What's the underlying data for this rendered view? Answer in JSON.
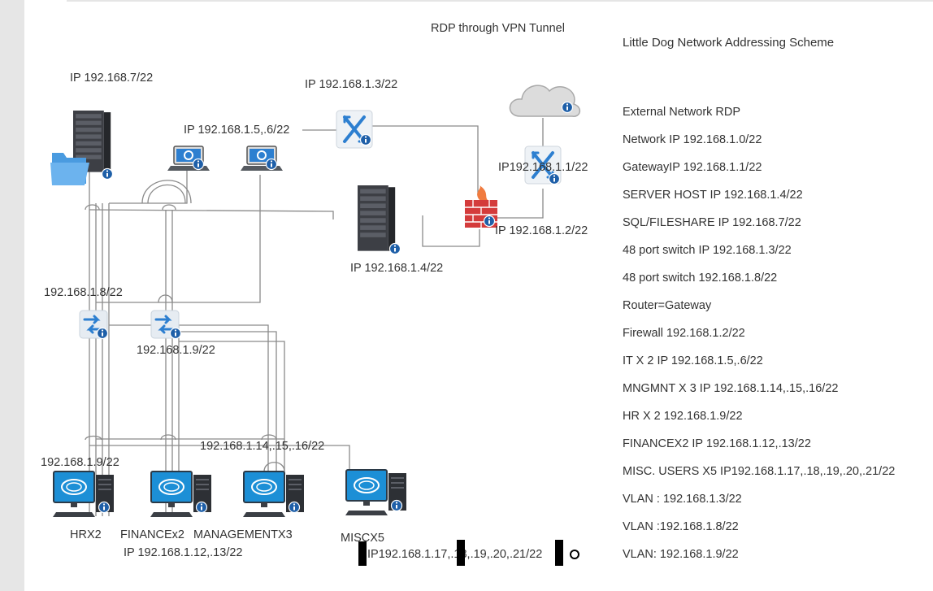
{
  "diagram": {
    "title": "RDP through VPN Tunnel",
    "legend_title": "Little Dog Network Addressing Scheme",
    "legend_items": [
      "External Network RDP",
      "Network IP 192.168.1.0/22",
      "GatewayIP 192.168.1.1/22",
      "SERVER HOST IP 192.168.1.4/22",
      "SQL/FILESHARE IP 192.168.7/22",
      "48 port switch IP 192.168.1.3/22",
      "48 port switch 192.168.1.8/22",
      "Router=Gateway",
      "Firewall 192.168.1.2/22",
      "IT X 2 IP 192.168.1.5,.6/22",
      "MNGMNT X 3 IP 192.168.1.14,.15,.16/22",
      "HR X 2 192.168.1.9/22",
      "FINANCEX2 IP 192.168.1.12,.13/22",
      "MISC. USERS X5 IP192.168.1.17,.18,.19,.20,.21/22",
      "VLAN : 192.168.1.3/22",
      "VLAN :192.168.1.8/22",
      "VLAN: 192.168.1.9/22"
    ],
    "labels": {
      "fileshare_ip": "IP 192.168.7/22",
      "switch1_ip": "IP 192.168.1.3/22",
      "it_ip": "IP 192.168.1.5,.6/22",
      "router_ip": "IP192.168.1.1/22",
      "firewall_ip": "IP 192.168.1.2/22",
      "server_ip": "IP 192.168.1.4/22",
      "vlan_a_ip": "192.168.1.8/22",
      "vlan_b_ip": "192.168.1.9/22",
      "mgmt_ip": "192.168.1.14,.15,.16/22",
      "hr_ip": "192.168.1.9/22",
      "hr_name": "HRX2",
      "finance_name": "FINANCEx2",
      "management_name": "MANAGEMENTX3",
      "finance_ip": "IP 192.168.1.12,.13/22",
      "misc_name": "MISCX5",
      "misc_ip": "IP192.168.1.17,.18,.19,.20,.21/22"
    }
  },
  "colors": {
    "line": "#8a8a8a",
    "server_dark": "#3d3f45",
    "monitor_blue": "#1c8fd6",
    "firewall_red": "#d43b3b",
    "info_blue": "#1e5fa8",
    "folder_blue": "#4a9be0",
    "router_blue": "#2d7fd0"
  }
}
